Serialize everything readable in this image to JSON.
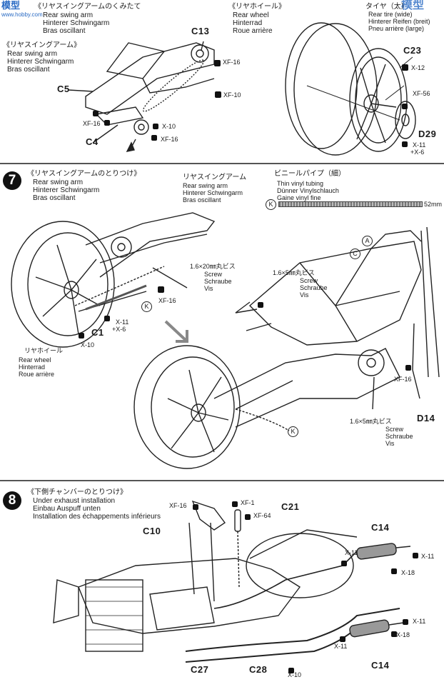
{
  "watermark": {
    "text1": "模型",
    "text2": "www.hobby.com"
  },
  "section6a": {
    "jp": "リヤスイングアームのくみたて",
    "lines": [
      "Rear swing arm",
      "Hinterer Schwingarm",
      "Bras oscillant"
    ]
  },
  "section6b": {
    "jp": "リヤスイングアーム",
    "lines": [
      "Rear swing arm",
      "Hinterer Schwingarm",
      "Bras oscillant"
    ]
  },
  "section6c": {
    "jp": "リヤホイール",
    "lines": [
      "Rear wheel",
      "Hinterrad",
      "Roue arrière"
    ]
  },
  "tire_note": {
    "jp": "タイヤ（太）",
    "lines": [
      "Rear tire (wide)",
      "Hinterer Reifen (breit)",
      "Pneu arrière (large)"
    ]
  },
  "step7": {
    "number": "7",
    "jp": "リヤスイングアームのとりつけ",
    "lines": [
      "Rear swing arm",
      "Hinterer Schwingarm",
      "Bras oscillant"
    ],
    "swingarm_jp": "リヤスイングアーム",
    "swingarm_lines": [
      "Rear swing arm",
      "Hinterer Schwingarm",
      "Bras oscillant"
    ],
    "vinyl_jp": "ビニールパイプ（細）",
    "vinyl_lines": [
      "Thin vinyl tubing",
      "Dünner Vinylschlauch",
      "Gaine vinyl fine"
    ],
    "vinyl_len": "52mm",
    "screw20_label": "1.6×20㎜丸ビス",
    "screw20_lines": [
      "Screw",
      "Schraube",
      "Vis"
    ],
    "screw5a_label": "1.6×5㎜丸ビス",
    "screw5a_lines": [
      "Screw",
      "Schraube",
      "Vis"
    ],
    "screw5b_label": "1.6×5㎜丸ビス",
    "screw5b_lines": [
      "Screw",
      "Schraube",
      "Vis"
    ],
    "rearwheel_jp": "リヤホイール",
    "rearwheel_lines": [
      "Rear wheel",
      "Hinterrad",
      "Roue arrière"
    ]
  },
  "step8": {
    "number": "8",
    "jp": "下側チャンバーのとりつけ",
    "lines": [
      "Under exhaust installation",
      "Einbau Auspuff unten",
      "Installation des échappements inférieurs"
    ]
  },
  "parts": {
    "C13": "C13",
    "C5": "C5",
    "C4": "C4",
    "C23": "C23",
    "D29": "D29",
    "C1": "C1",
    "D14": "D14",
    "C10": "C10",
    "C21": "C21",
    "C14a": "C14",
    "C14b": "C14",
    "C27": "C27",
    "C28": "C28"
  },
  "codes": {
    "xf16": "XF-16",
    "xf10": "XF-10",
    "x10": "X-10",
    "x12": "X-12",
    "xf56": "XF-56",
    "x11x6": "X-11",
    "x6": "+X-6",
    "xf1": "XF-1",
    "xf64": "XF-64",
    "x11": "X-11",
    "x18": "X-18"
  },
  "markers": {
    "K": "K",
    "A": "A",
    "C": "C"
  }
}
